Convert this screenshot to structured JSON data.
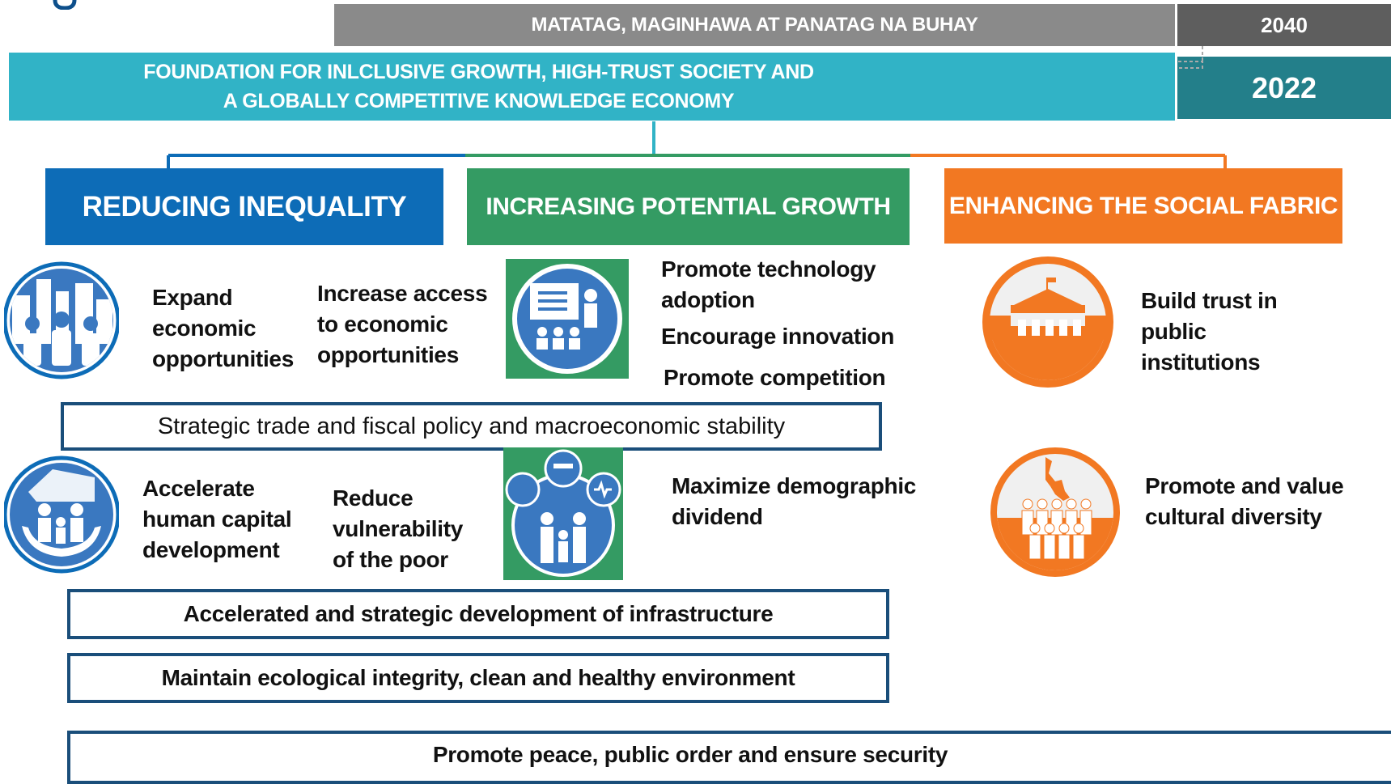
{
  "header": {
    "vision": "MATATAG, MAGINHAWA AT PANATAG NA BUHAY",
    "vision_year": "2040",
    "foundation_line1": "FOUNDATION FOR INLCLUSIVE GROWTH, HIGH-TRUST SOCIETY AND",
    "foundation_line2": "A GLOBALLY COMPETITIVE KNOWLEDGE ECONOMY",
    "foundation_year": "2022"
  },
  "pillars": [
    {
      "title": "REDUCING INEQUALITY",
      "color": "#0d6cb7"
    },
    {
      "title": "INCREASING POTENTIAL GROWTH",
      "color": "#349b63"
    },
    {
      "title": "ENHANCING THE SOCIAL FABRIC",
      "color": "#f27822"
    }
  ],
  "inequality": {
    "expand": [
      "Expand",
      "economic",
      "opportunities"
    ],
    "access": [
      "Increase access",
      "to economic",
      "opportunities"
    ],
    "accelerate": [
      "Accelerate",
      "human capital",
      "development"
    ],
    "reduce": [
      "Reduce",
      "vulnerability",
      "of the poor"
    ]
  },
  "growth": {
    "tech": [
      "Promote technology",
      "adoption"
    ],
    "innovation": "Encourage innovation",
    "competition": "Promote competition",
    "demographic": [
      "Maximize demographic",
      "dividend"
    ]
  },
  "social": {
    "trust": [
      "Build trust in",
      "public",
      "institutions"
    ],
    "culture": [
      "Promote and value",
      "cultural diversity"
    ]
  },
  "foundations": {
    "trade": "Strategic trade and fiscal policy and macroeconomic stability",
    "infrastructure": "Accelerated and strategic development of infrastructure",
    "ecology": "Maintain ecological integrity, clean and healthy environment",
    "peace": "Promote peace, public order and ensure security"
  },
  "icons": [
    "city-people-icon",
    "family-hands-icon",
    "presentation-icon",
    "demographic-family-icon",
    "government-building-icon",
    "philippines-people-icon"
  ]
}
